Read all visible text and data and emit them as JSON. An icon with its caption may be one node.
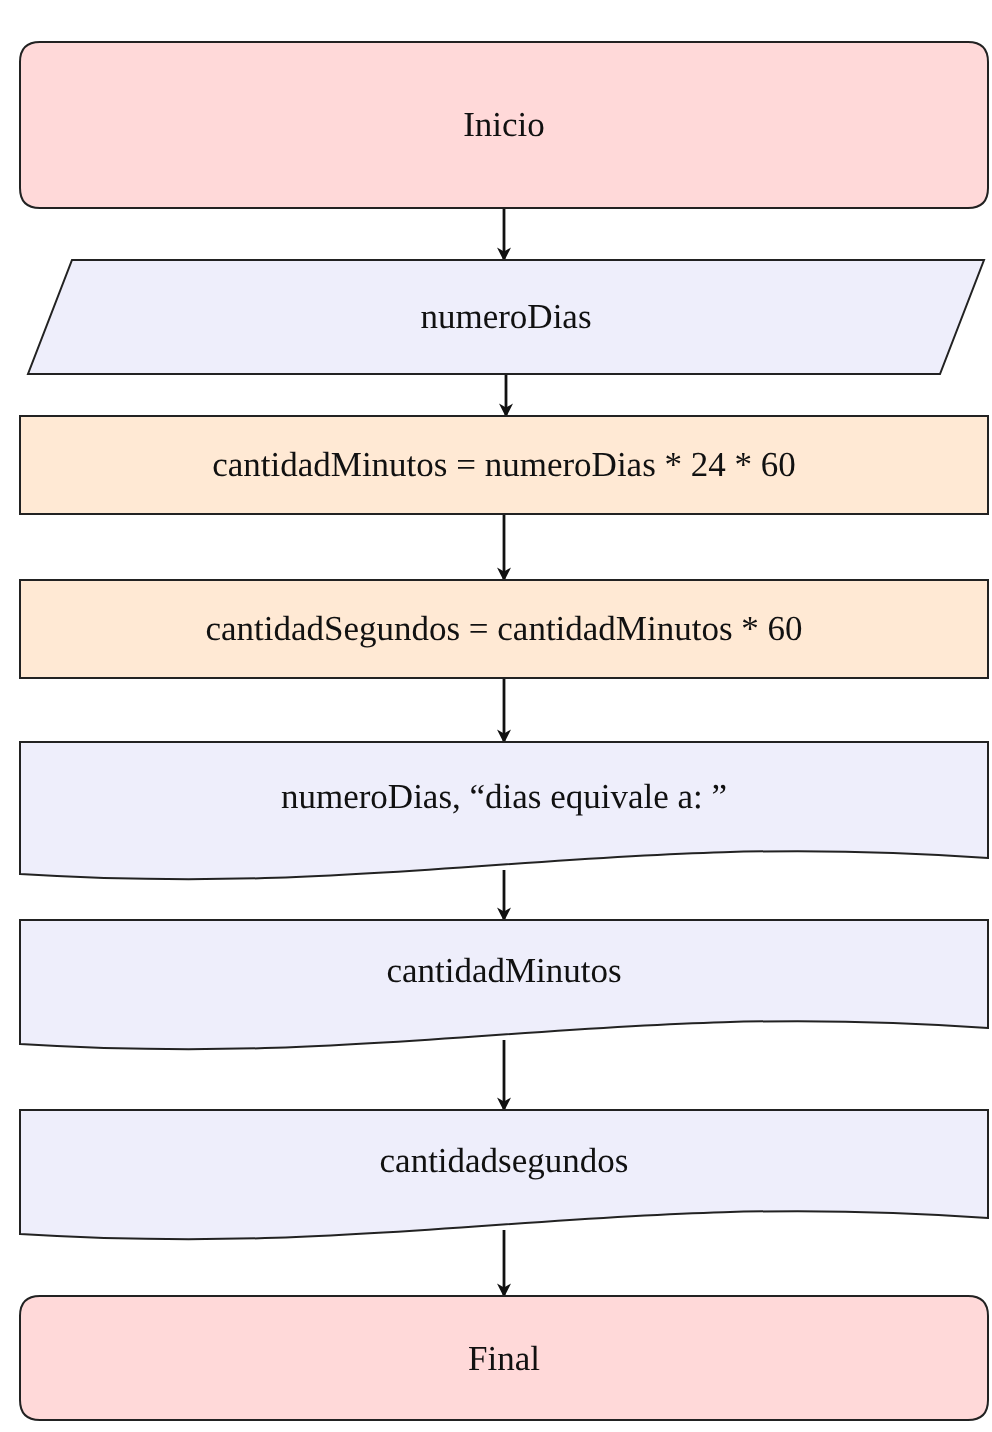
{
  "diagram": {
    "nodes": [
      {
        "text": [
          "Inicio"
        ]
      },
      {
        "text": [
          "numeroDias"
        ]
      },
      {
        "text": [
          "cantidadMinutos = numeroDias * 24 * 60"
        ]
      },
      {
        "text": [
          "cantidadSegundos = cantidadMinutos * 60"
        ]
      },
      {
        "text": [
          "numeroDias, “dias equivale a: ”"
        ]
      },
      {
        "text": [
          "cantidadMinutos"
        ]
      },
      {
        "text": [
          "cantidadsegundos"
        ]
      },
      {
        "text": [
          "Final"
        ]
      }
    ],
    "edges": [
      {
        "from": 0,
        "to": 1,
        "arrow": "to"
      },
      {
        "from": 1,
        "to": 2,
        "arrow": "to"
      },
      {
        "from": 2,
        "to": 3,
        "arrow": "to"
      },
      {
        "from": 3,
        "to": 4,
        "arrow": "to"
      },
      {
        "from": 4,
        "to": 5,
        "arrow": "to"
      },
      {
        "from": 5,
        "to": 6,
        "arrow": "to"
      },
      {
        "from": 6,
        "to": 7,
        "arrow": "to"
      }
    ]
  }
}
